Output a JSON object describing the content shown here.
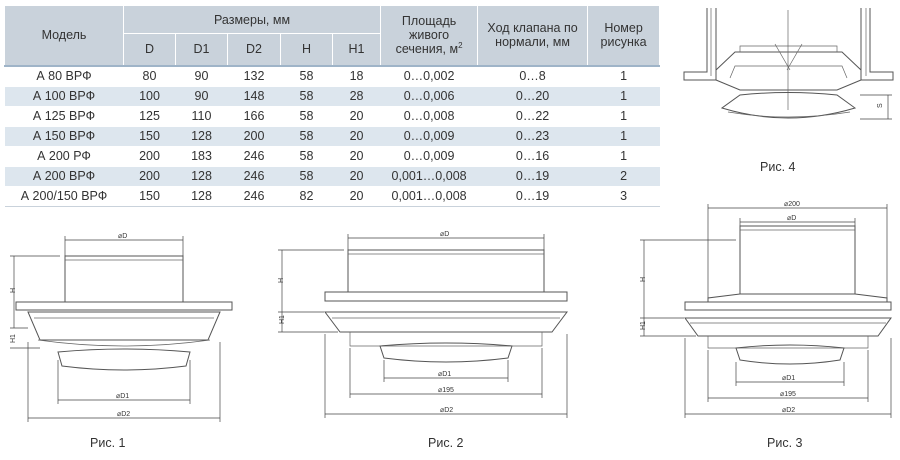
{
  "table": {
    "model_header": "Модель",
    "sizes_header": "Размеры, мм",
    "area_header_line1": "Площадь",
    "area_header_line2": "живого",
    "area_header_line3": "сечения, м",
    "area_header_sup": "2",
    "stroke_header_line1": "Ход клапана по",
    "stroke_header_line2": "нормали, мм",
    "fig_header_line1": "Номер",
    "fig_header_line2": "рисунка",
    "sub_headers": [
      "D",
      "D1",
      "D2",
      "H",
      "H1"
    ],
    "rows": [
      [
        "А 80 ВРФ",
        "80",
        "90",
        "132",
        "58",
        "18",
        "0…0,002",
        "0…8",
        "1"
      ],
      [
        "А 100 ВРФ",
        "100",
        "90",
        "148",
        "58",
        "28",
        "0…0,006",
        "0…20",
        "1"
      ],
      [
        "А 125 ВРФ",
        "125",
        "110",
        "166",
        "58",
        "20",
        "0…0,008",
        "0…22",
        "1"
      ],
      [
        "А 150 ВРФ",
        "150",
        "128",
        "200",
        "58",
        "20",
        "0…0,009",
        "0…23",
        "1"
      ],
      [
        "А 200 РФ",
        "200",
        "183",
        "246",
        "58",
        "20",
        "0…0,009",
        "0…16",
        "1"
      ],
      [
        "А 200 ВРФ",
        "200",
        "128",
        "246",
        "58",
        "20",
        "0,001…0,008",
        "0…19",
        "2"
      ],
      [
        "А 200/150 ВРФ",
        "150",
        "128",
        "246",
        "82",
        "20",
        "0,001…0,008",
        "0…19",
        "3"
      ]
    ]
  },
  "figures": {
    "fig1_caption": "Рис. 1",
    "fig2_caption": "Рис. 2",
    "fig3_caption": "Рис. 3",
    "fig4_caption": "Рис. 4"
  },
  "dims": {
    "d": "⌀D",
    "d1": "⌀D1",
    "d2": "⌀D2",
    "d195": "⌀195",
    "d200": "⌀200",
    "h": "H",
    "h1": "H1",
    "s": "S"
  }
}
